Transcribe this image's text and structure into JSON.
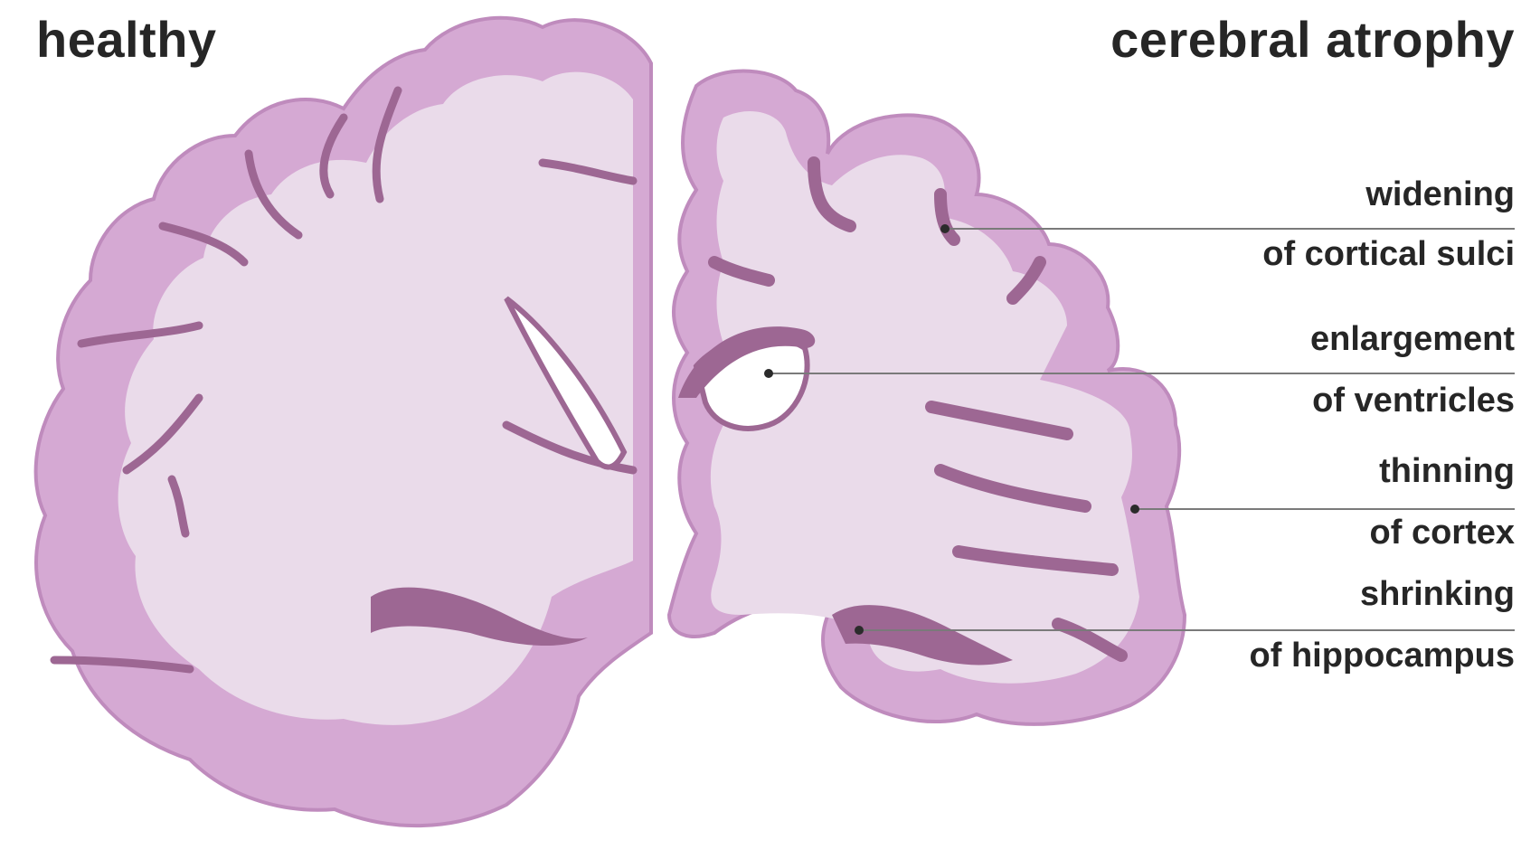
{
  "titles": {
    "left": "healthy",
    "right": "cerebral atrophy"
  },
  "annotations": [
    {
      "line1": "widening",
      "line2": "of cortical sulci"
    },
    {
      "line1": "enlargement",
      "line2": "of ventricles"
    },
    {
      "line1": "thinning",
      "line2": "of cortex"
    },
    {
      "line1": "shrinking",
      "line2": "of hippocampus"
    }
  ],
  "colors": {
    "white_matter": "#eadbea",
    "grey_matter": "#d5a9d3",
    "outline": "#bf8bbd",
    "sulcus": "#9d6793",
    "ventricle": "#ffffff",
    "leader_line": "#7a7a7a",
    "text": "#262626"
  }
}
